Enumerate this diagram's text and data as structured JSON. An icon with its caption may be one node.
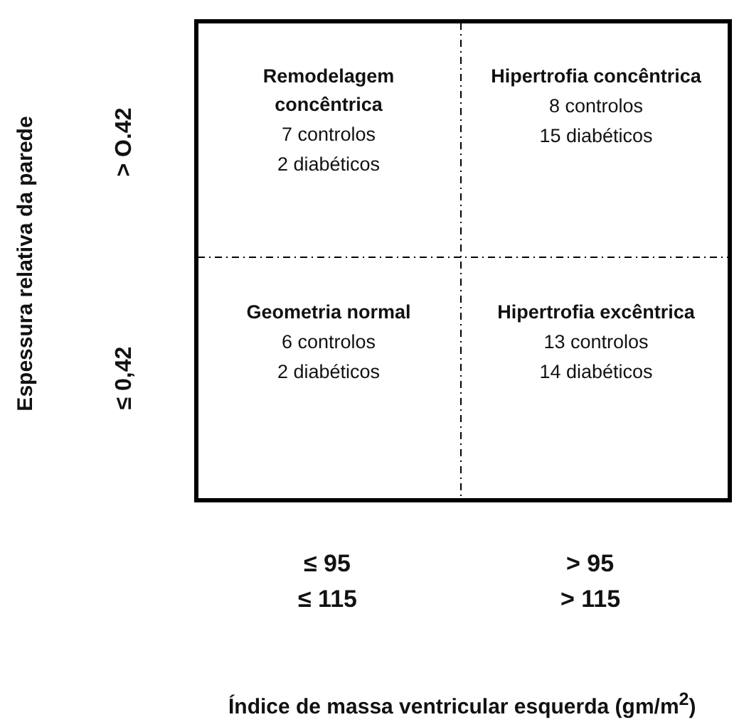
{
  "diagram": {
    "nodes": [
      {
        "text": [
          "Remodelagem concêntrica",
          "7 controlos",
          "2 diabéticos"
        ]
      },
      {
        "text": [
          "Hipertrofia concêntrica",
          "8 controlos",
          "15 diabéticos"
        ]
      },
      {
        "text": [
          "Geometria normal",
          "6 controlos",
          "2 diabéticos"
        ]
      },
      {
        "text": [
          "Hipertrofia excêntrica",
          "13 controlos",
          "14 diabéticos"
        ]
      }
    ],
    "edges": [],
    "labels": [
      "Espessura relativa da parede",
      "> O.42",
      "≤ 0,42",
      "≤ 95",
      "≤ 115",
      "> 95",
      "> 115",
      "Índice de massa ventricular esquerda (gm/m$^{2}$)"
    ]
  }
}
